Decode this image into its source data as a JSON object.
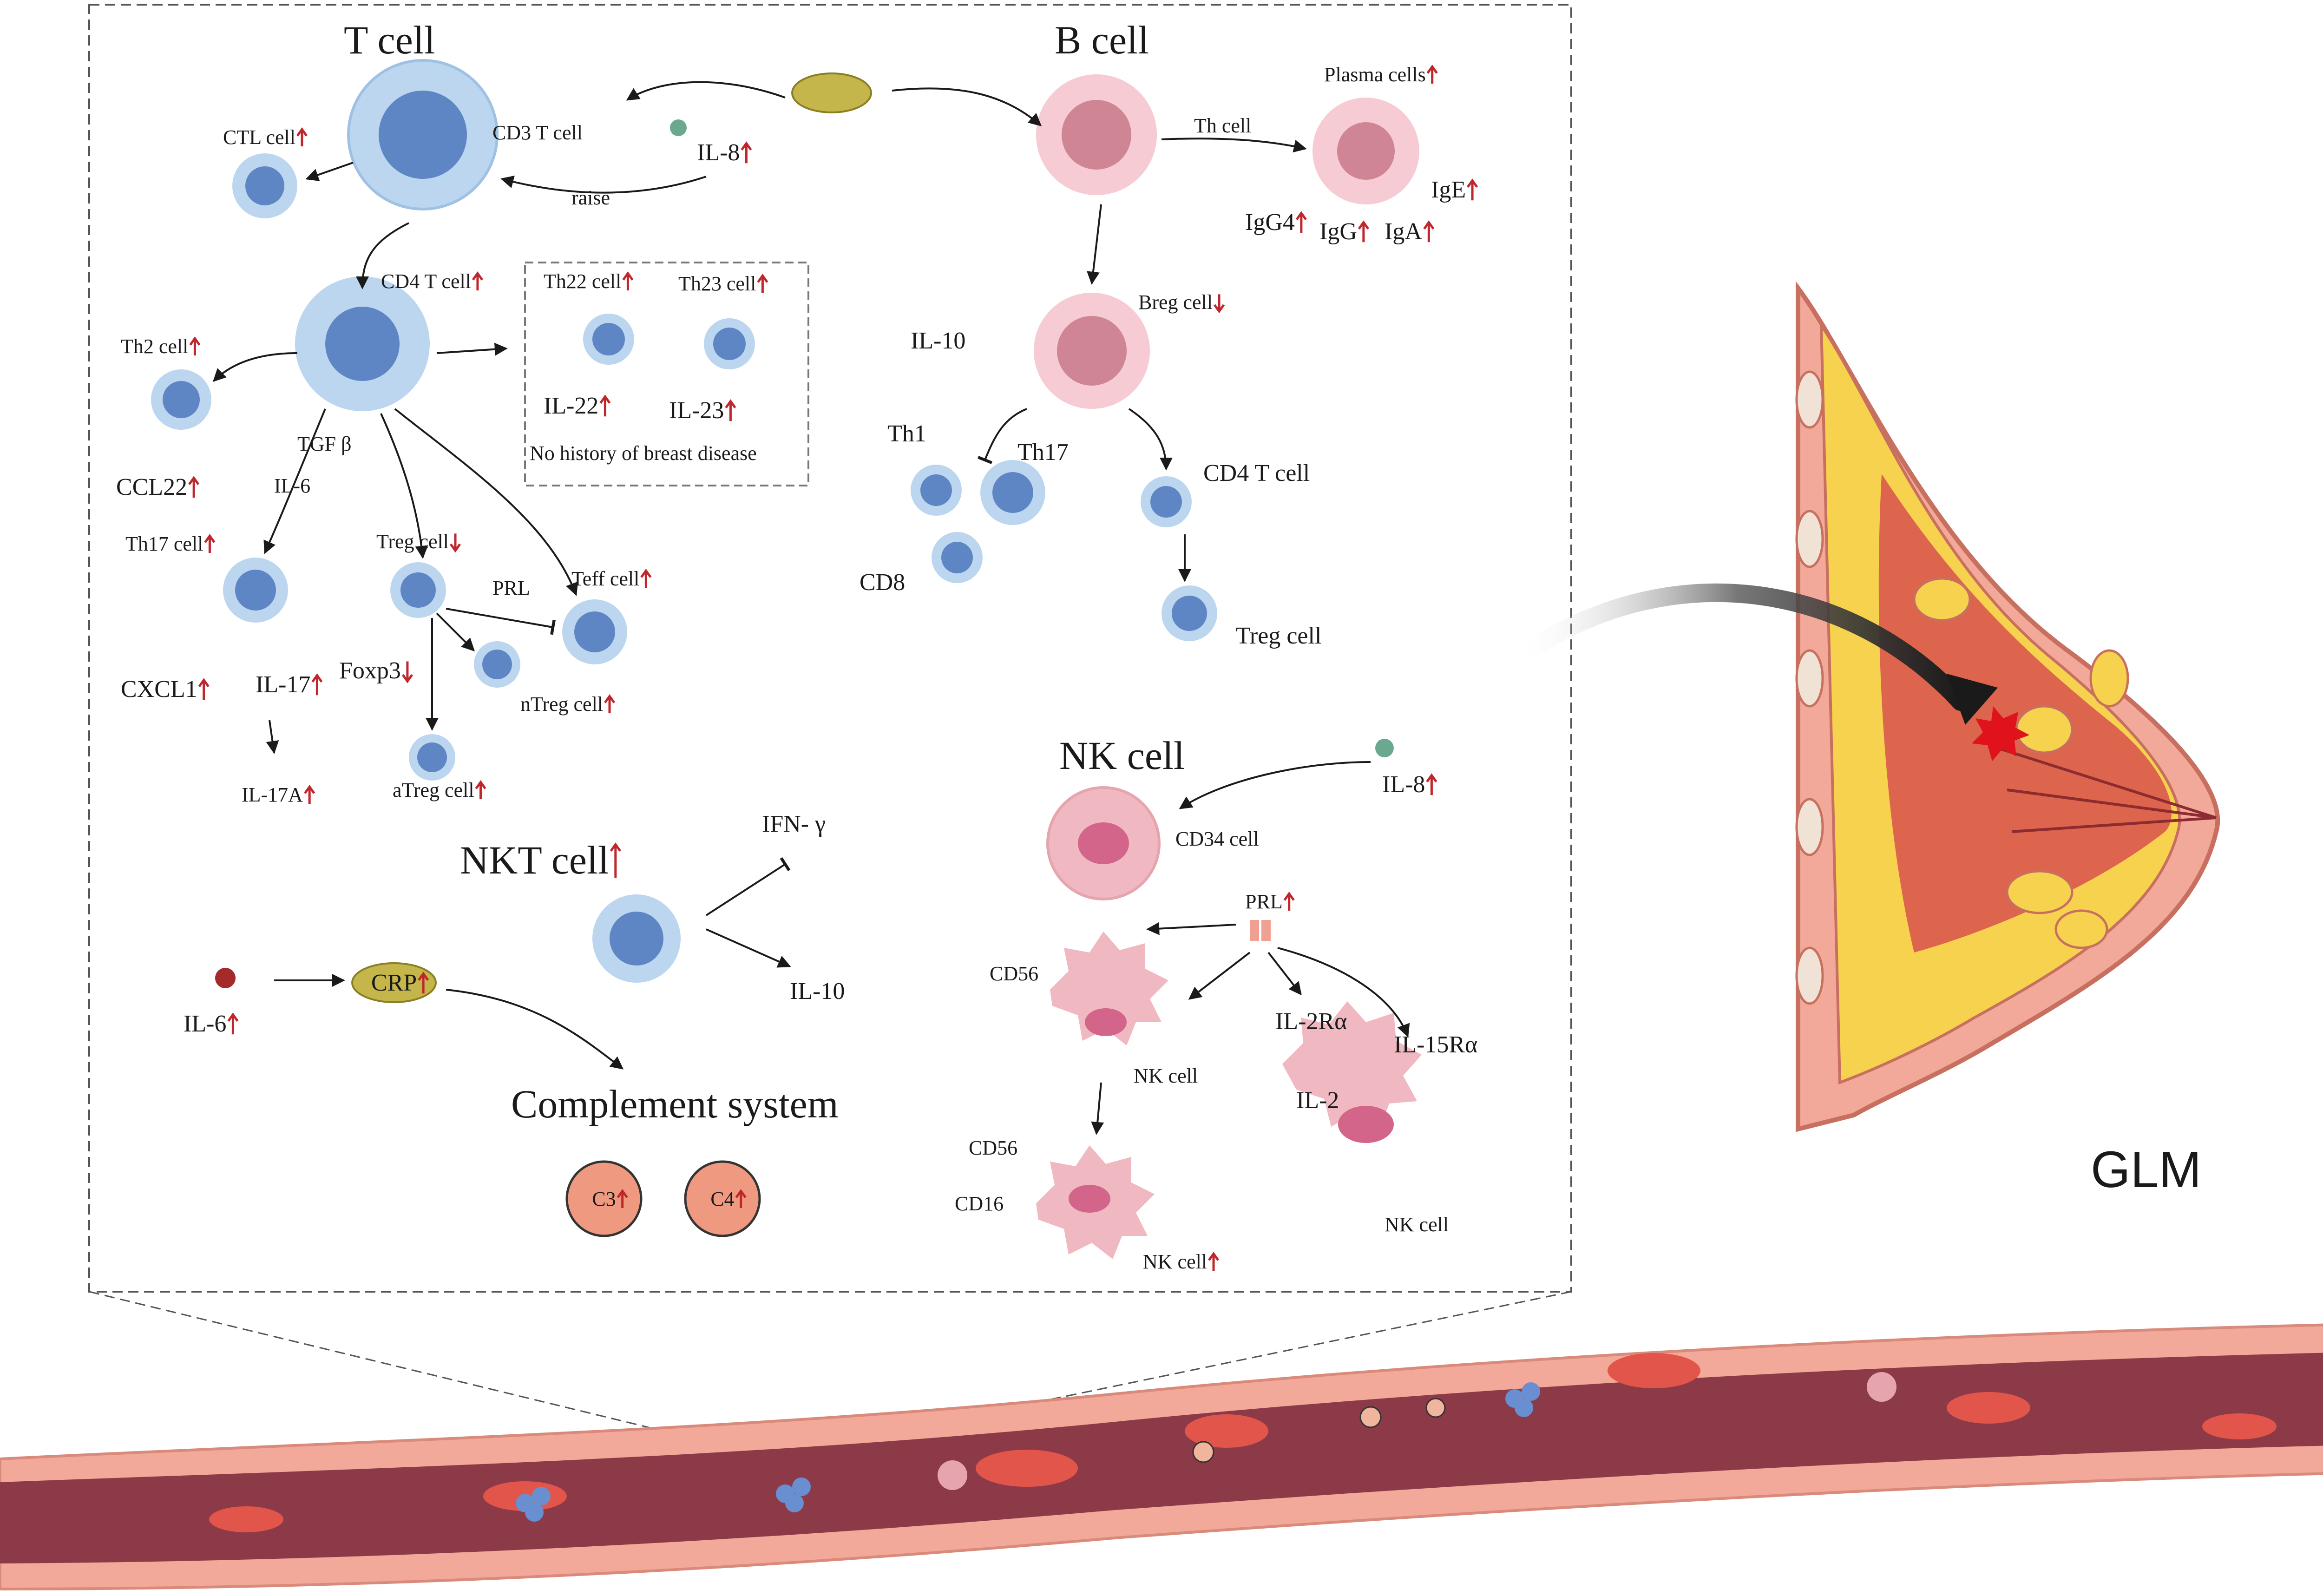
{
  "panels": {
    "t_cell": "T cell",
    "b_cell": "B cell",
    "nk_cell": "NK cell",
    "nkt_cell": "NKT cell",
    "complement": "Complement system",
    "glm": "GLM"
  },
  "t_cell": {
    "crp": "CRP",
    "cd3": "CD3 T cell",
    "il8": "IL-8",
    "ctl": "CTL cell",
    "raise": "raise",
    "cd4": "CD4 T cell",
    "th22": "Th22 cell",
    "th23": "Th23 cell",
    "il22": "IL-22",
    "il23": "IL-23",
    "no_history": "No history of breast disease",
    "th2": "Th2 cell",
    "ccl22": "CCL22",
    "tgfb": "TGF β",
    "il6": "IL-6",
    "th17": "Th17 cell",
    "treg": "Treg cell",
    "prl": "PRL",
    "teff": "Teff cell",
    "cxcl1": "CXCL1",
    "il17": "IL-17",
    "foxp3": "Foxp3",
    "ntreg": "nTreg cell",
    "il17a": "IL-17A",
    "atreg": "aTreg cell"
  },
  "b_cell": {
    "th_cell": "Th cell",
    "plasma": "Plasma cells",
    "ige": "IgE",
    "igg4": "IgG4",
    "igg": "IgG",
    "iga": "IgA",
    "breg": "Breg cell",
    "il10": "IL-10",
    "th1": "Th1",
    "th17": "Th17",
    "cd8": "CD8",
    "cd4": "CD4 T cell",
    "treg": "Treg cell"
  },
  "nk": {
    "il8": "IL-8",
    "cd34": "CD34 cell",
    "prl": "PRL",
    "cd56_a": "CD56",
    "nk_a": "NK cell",
    "il2ra": "IL-2Rα",
    "il15ra": "IL-15Rα",
    "il2": "IL-2",
    "cd56_b": "CD56",
    "cd16": "CD16",
    "nk_b": "NK cell",
    "nk_c": "NK cell"
  },
  "nkt": {
    "ifng": "IFN- γ",
    "il10": "IL-10"
  },
  "complement": {
    "il6": "IL-6",
    "crp": "CRP",
    "c3": "C3",
    "c4": "C4"
  },
  "colors": {
    "t_cell_outer": "#bcd6f0",
    "t_cell_inner": "#5f86c4",
    "b_cell_outer": "#f6cbd3",
    "b_cell_inner": "#cf8593",
    "nk_cell": "#f0b8c0",
    "nk_nucleus": "#d3648a",
    "crp": "#c4b64a",
    "complement": "#ef9a80",
    "up_arrow": "#c0272d",
    "down_arrow": "#c0272d",
    "vessel_wall": "#f2a99a",
    "vessel_lumen": "#8c3a47",
    "rbc": "#e2554a",
    "breast_fat": "#f7d24f",
    "breast_tissue": "#d9584d",
    "lesion": "#e0121c",
    "il8_dot": "#6aa890",
    "il6_dot": "#a52a2a"
  }
}
